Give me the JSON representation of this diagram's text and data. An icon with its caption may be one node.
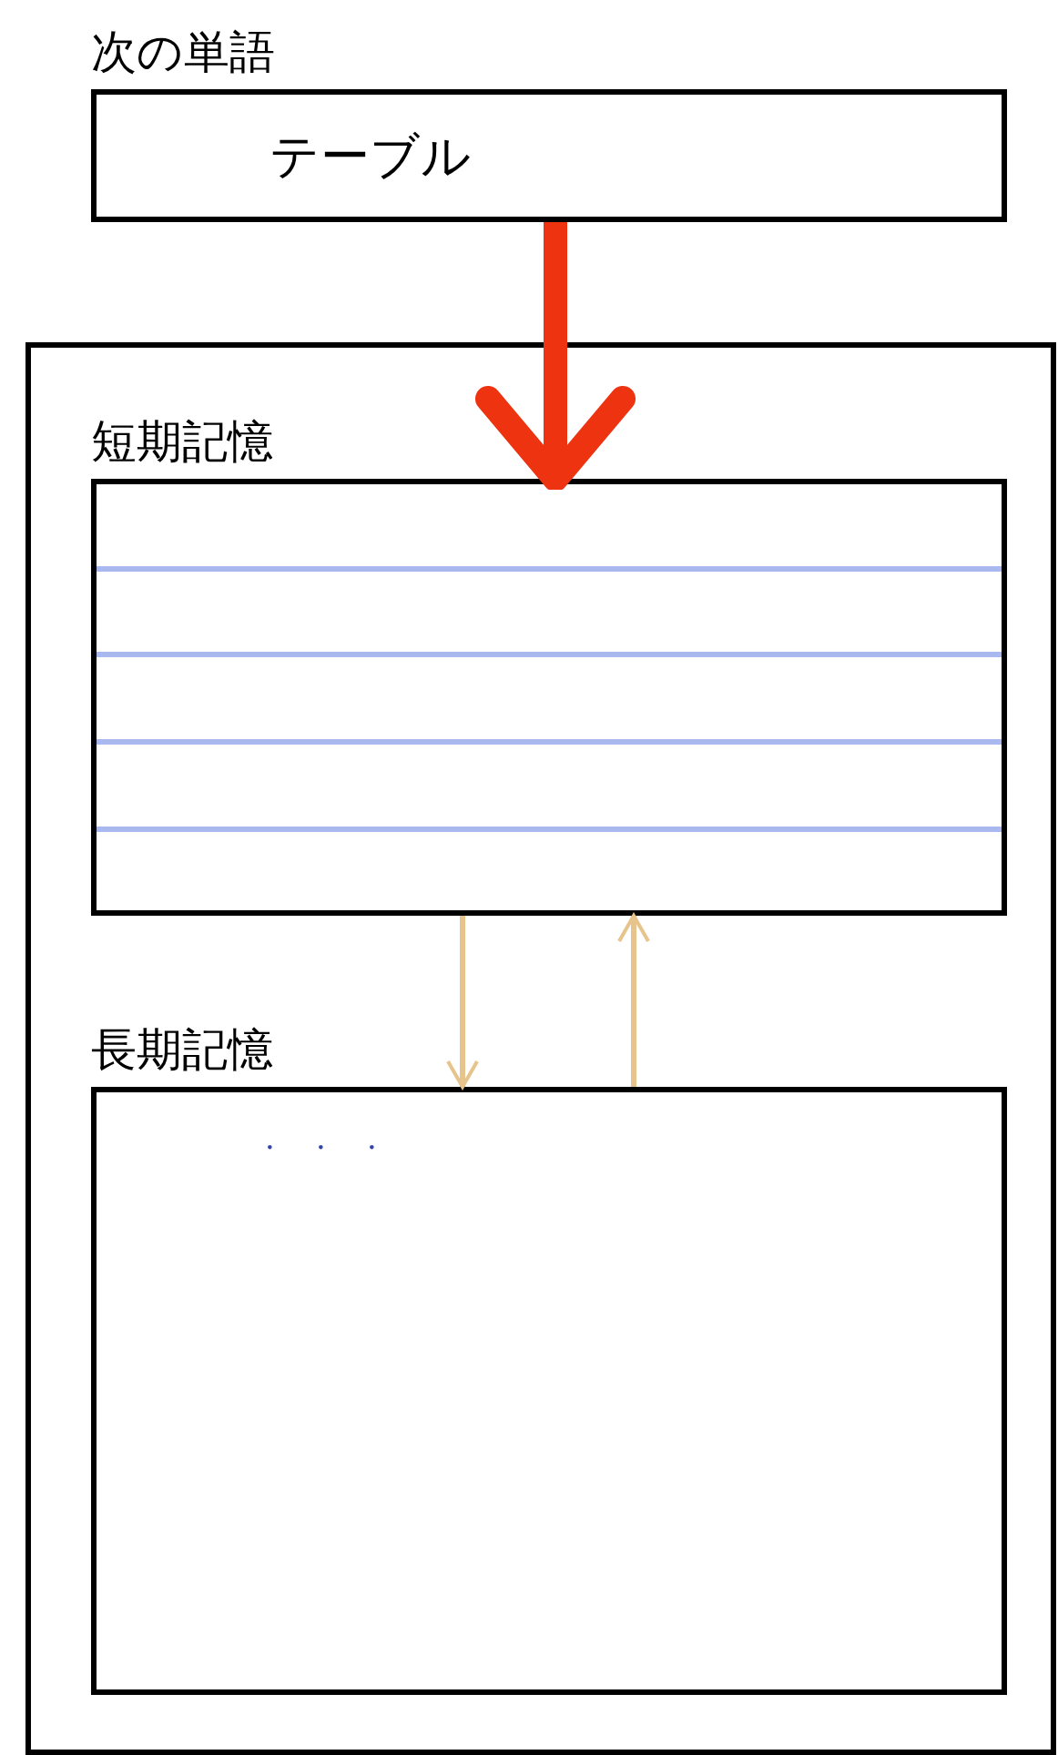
{
  "diagram": {
    "nodes": [
      {
        "text": [
          "次の単語",
          "テーブル"
        ]
      },
      {
        "text": [],
        "shape": "box"
      },
      {
        "text": [
          "短期記憶"
        ],
        "in": 1
      },
      {
        "text": [
          "長期記憶",
          "・・・"
        ],
        "in": 1
      }
    ],
    "edges": [
      {
        "from": 0,
        "to": 2,
        "arrow": "to",
        "style": "thick",
        "color": "#ee3311"
      },
      {
        "from": 2,
        "to": 3,
        "arrow": "to"
      },
      {
        "from": 3,
        "to": 2,
        "arrow": "to"
      }
    ]
  }
}
